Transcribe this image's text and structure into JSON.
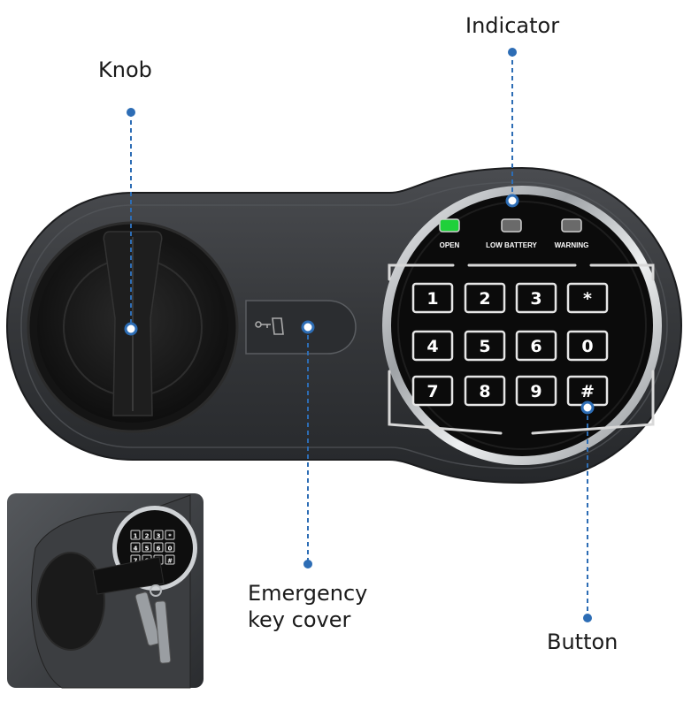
{
  "callouts": {
    "knob": "Knob",
    "indicator": "Indicator",
    "emergency_line1": "Emergency",
    "emergency_line2": "key cover",
    "button": "Button"
  },
  "indicators": [
    {
      "label": "OPEN",
      "color": "#1fd03a"
    },
    {
      "label": "LOW BATTERY",
      "color": "#6a6a6a"
    },
    {
      "label": "WARNING",
      "color": "#6a6a6a"
    }
  ],
  "keypad": [
    "1",
    "2",
    "3",
    "*",
    "4",
    "5",
    "6",
    "0",
    "7",
    "8",
    "9",
    "#"
  ],
  "colors": {
    "callout_line": "#2d6db5",
    "body": "#3a3c3f",
    "keypad_face": "#0b0b0b",
    "chrome_ring": "#d9dcdf"
  },
  "icons": {
    "emergency_cover_icon": "key-hand-icon"
  }
}
